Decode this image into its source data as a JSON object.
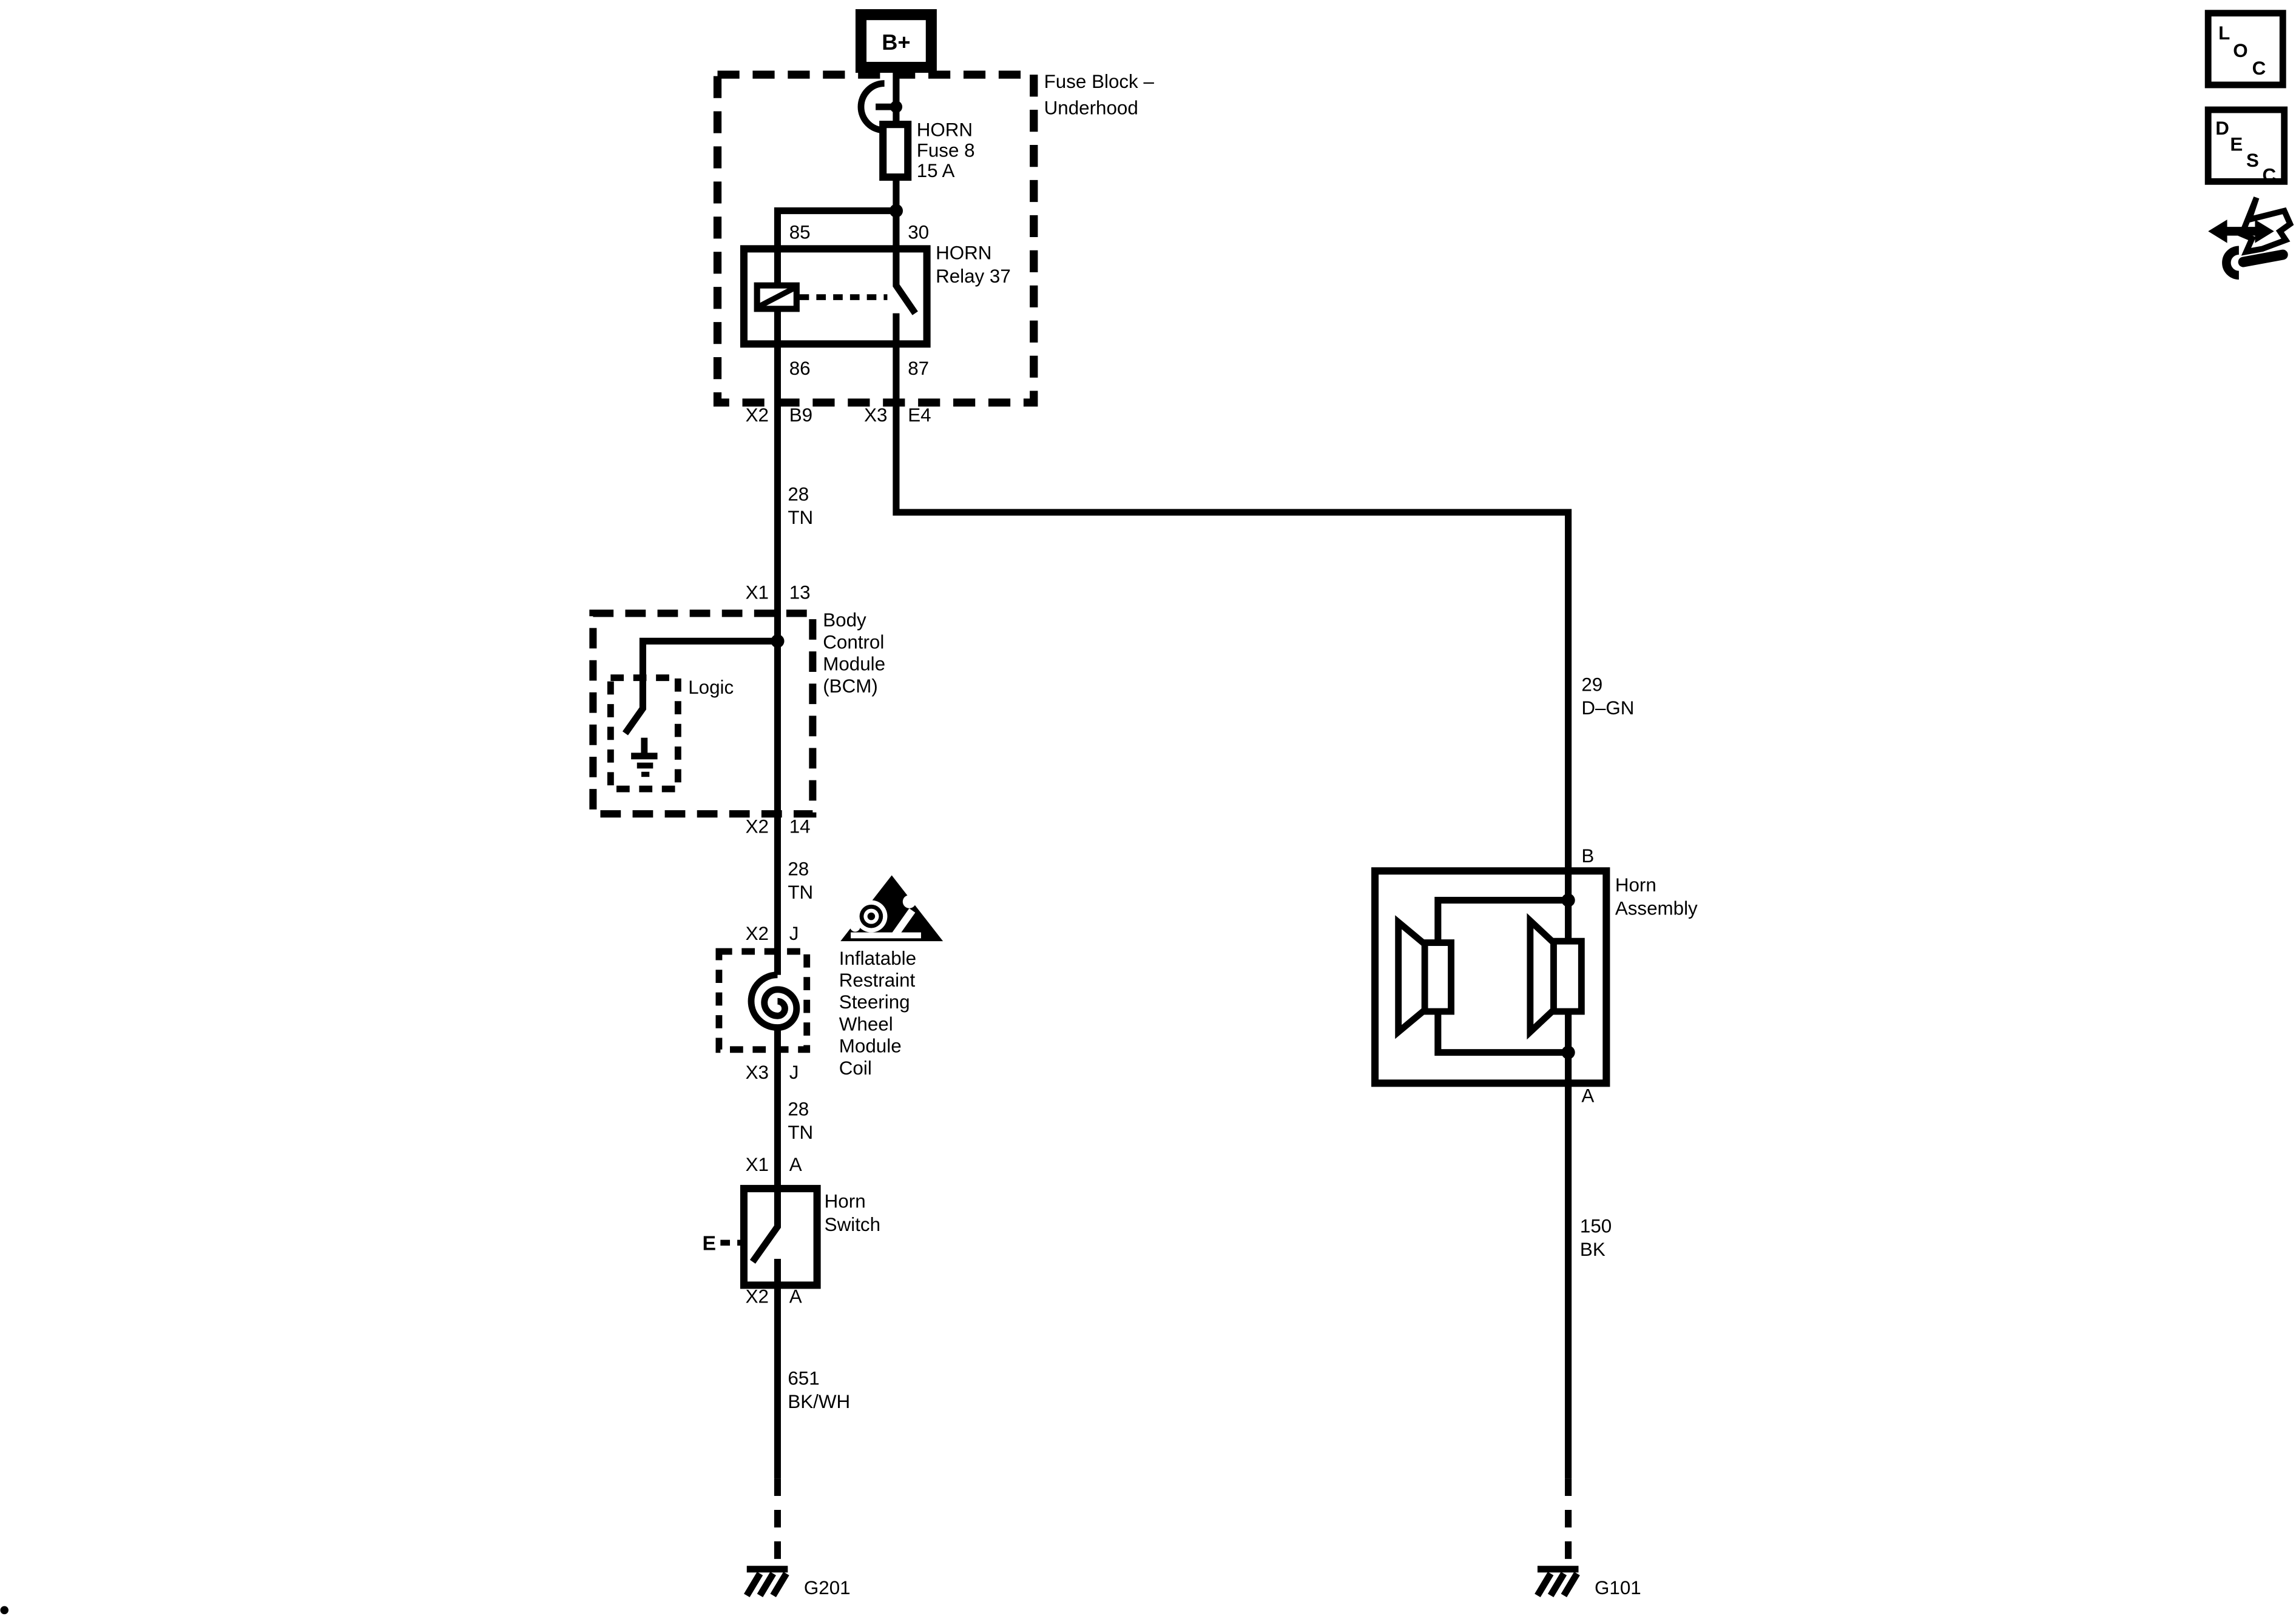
{
  "colors": {
    "ink": "#000000",
    "paper": "#ffffff"
  },
  "battery": {
    "label": "B+"
  },
  "fuse_block": {
    "title": [
      "Fuse Block –",
      "Underhood"
    ],
    "fuse": [
      "HORN",
      "Fuse 8",
      "15 A"
    ],
    "relay": [
      "HORN",
      "Relay 37"
    ],
    "pins": [
      "85",
      "30",
      "86",
      "87"
    ]
  },
  "connectors": {
    "b9": [
      "X2",
      "B9"
    ],
    "e4": [
      "X3",
      "E4"
    ],
    "c13": [
      "X1",
      "13"
    ],
    "c14": [
      "X2",
      "14"
    ],
    "j1": [
      "X2",
      "J"
    ],
    "j2": [
      "X3",
      "J"
    ],
    "a1": [
      "X1",
      "A"
    ],
    "a2": [
      "X2",
      "A"
    ]
  },
  "wires": {
    "tn1": [
      "28",
      "TN"
    ],
    "tn2": [
      "28",
      "TN"
    ],
    "tn3": [
      "28",
      "TN"
    ],
    "bkwh": [
      "651",
      "BK/WH"
    ],
    "dgn": [
      "29",
      "D–GN"
    ],
    "bk": [
      "150",
      "BK"
    ]
  },
  "bcm": {
    "title": [
      "Body",
      "Control",
      "Module",
      "(BCM)"
    ],
    "logic": "Logic"
  },
  "sir_coil": {
    "title": [
      "Inflatable",
      "Restraint",
      "Steering",
      "Wheel",
      "Module",
      "Coil"
    ]
  },
  "horn_switch": {
    "title": [
      "Horn",
      "Switch"
    ],
    "actuator": "E"
  },
  "horn_assembly": {
    "title": [
      "Horn",
      "Assembly"
    ],
    "terminals": [
      "B",
      "A"
    ]
  },
  "grounds": {
    "left": "G201",
    "right": "G101"
  },
  "corner": {
    "loc": [
      "L",
      "O",
      "C"
    ],
    "desc": [
      "D",
      "E",
      "S",
      "C"
    ]
  }
}
